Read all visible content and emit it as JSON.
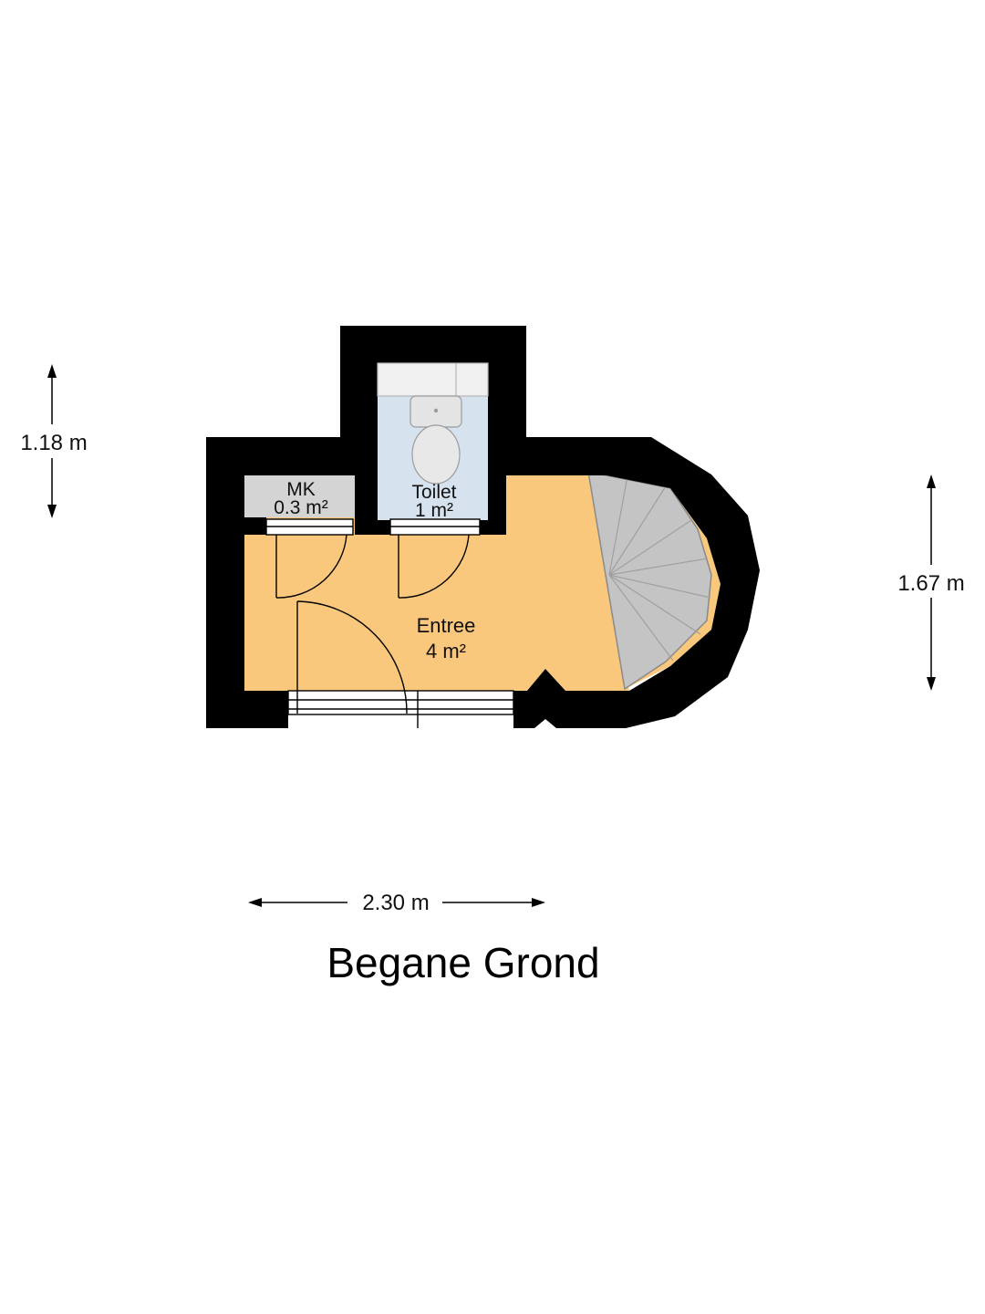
{
  "floor": {
    "title": "Begane Grond"
  },
  "rooms": {
    "mk": {
      "name": "MK",
      "area": "0.3 m²"
    },
    "toilet": {
      "name": "Toilet",
      "area": "1 m²"
    },
    "entree": {
      "name": "Entree",
      "area": "4 m²"
    }
  },
  "dimensions": {
    "width": "2.30 m",
    "height_left": "1.18 m",
    "height_right": "1.67 m"
  },
  "colors": {
    "wall": "#000000",
    "entree_floor": "#f9c87c",
    "toilet_floor": "#d6e3ef",
    "mk_floor": "#d4d4d4",
    "stairs": "#c4c4c4",
    "fixtures": "#e4e4e4"
  }
}
